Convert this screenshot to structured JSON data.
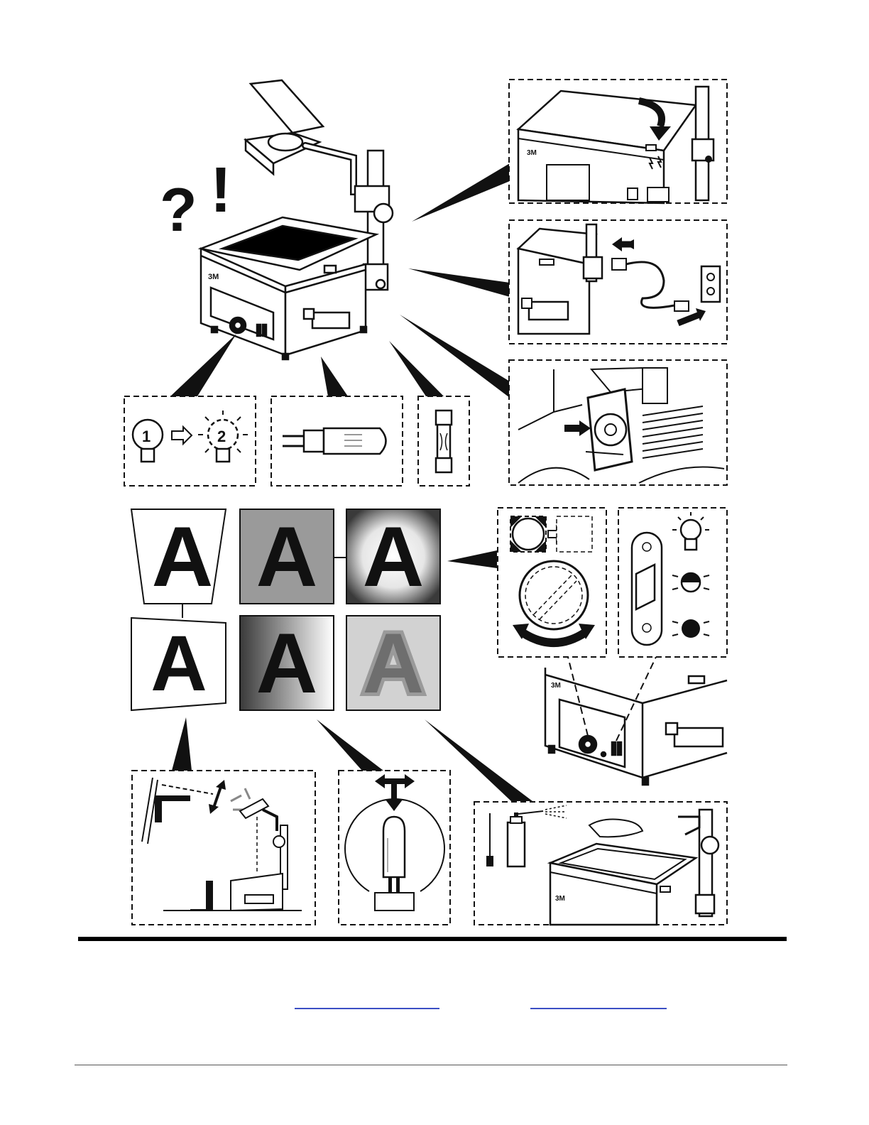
{
  "figure": {
    "brand_text": "3M",
    "symbols": {
      "question": "?",
      "exclaim": "!"
    },
    "lamp_numbers": [
      "1",
      "2"
    ],
    "letter": "A"
  },
  "footer": {
    "link_color": "#3b4fc4"
  },
  "colors": {
    "ink": "#111111",
    "gray_panel": "#9a9a9a",
    "light_panel": "#d2d2d2"
  }
}
